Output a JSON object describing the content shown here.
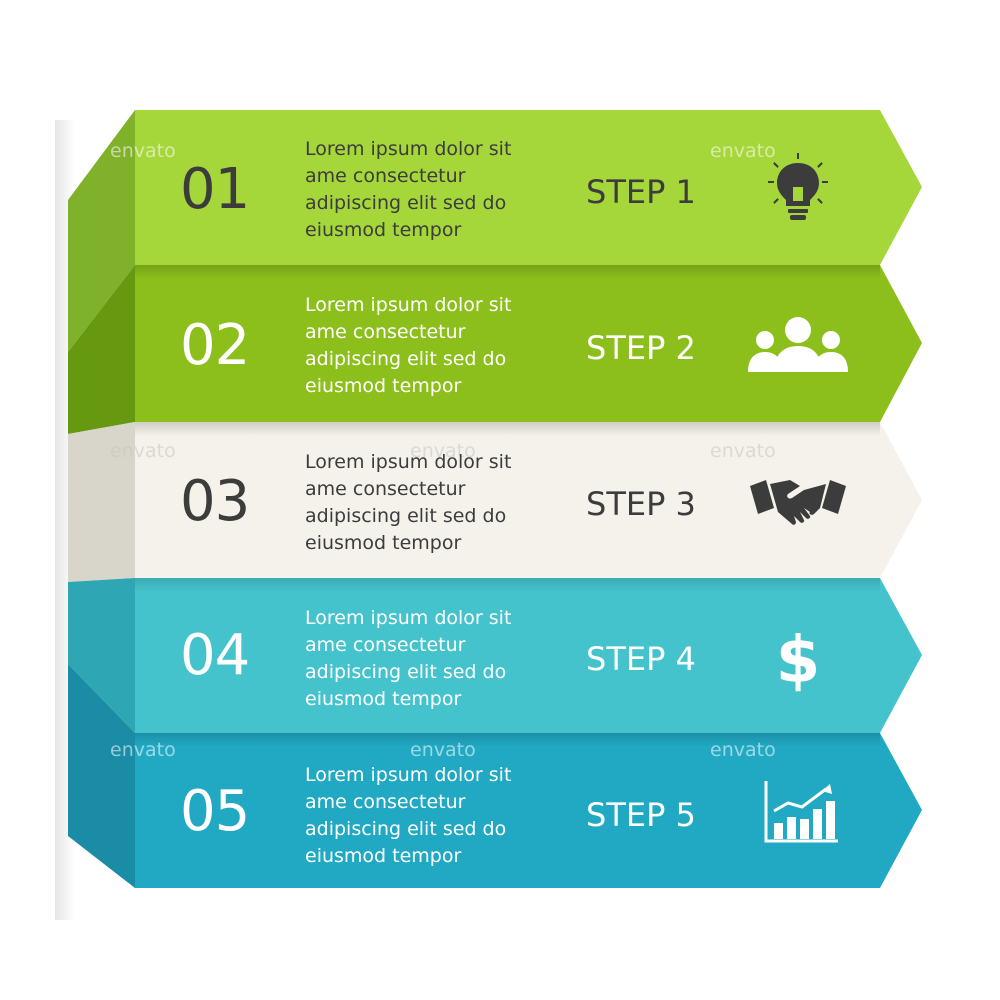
{
  "colors": {
    "step1": "#a5d63a",
    "step2": "#8cbf1b",
    "step3": "#f4f2ea",
    "step4": "#45c3cd",
    "step5": "#21a9c4",
    "text_dark": "#3c3c3c",
    "text_light": "#ffffff"
  },
  "watermark": "envato",
  "steps": [
    {
      "number": "01",
      "label": "STEP 1",
      "text": [
        "Lorem ipsum dolor sit",
        "ame consectetur",
        "adipiscing elit sed do",
        "eiusmod tempor"
      ],
      "icon": "lightbulb-icon"
    },
    {
      "number": "02",
      "label": "STEP 2",
      "text": [
        "Lorem ipsum dolor sit",
        "ame consectetur",
        "adipiscing elit sed do",
        "eiusmod tempor"
      ],
      "icon": "team-icon"
    },
    {
      "number": "03",
      "label": "STEP 3",
      "text": [
        "Lorem ipsum dolor sit",
        "ame consectetur",
        "adipiscing elit sed do",
        "eiusmod tempor"
      ],
      "icon": "handshake-icon"
    },
    {
      "number": "04",
      "label": "STEP 4",
      "text": [
        "Lorem ipsum dolor sit",
        "ame consectetur",
        "adipiscing elit sed do",
        "eiusmod tempor"
      ],
      "icon": "dollar-icon"
    },
    {
      "number": "05",
      "label": "STEP 5",
      "text": [
        "Lorem ipsum dolor sit",
        "ame consectetur",
        "adipiscing elit sed do",
        "eiusmod tempor"
      ],
      "icon": "growth-chart-icon"
    }
  ]
}
